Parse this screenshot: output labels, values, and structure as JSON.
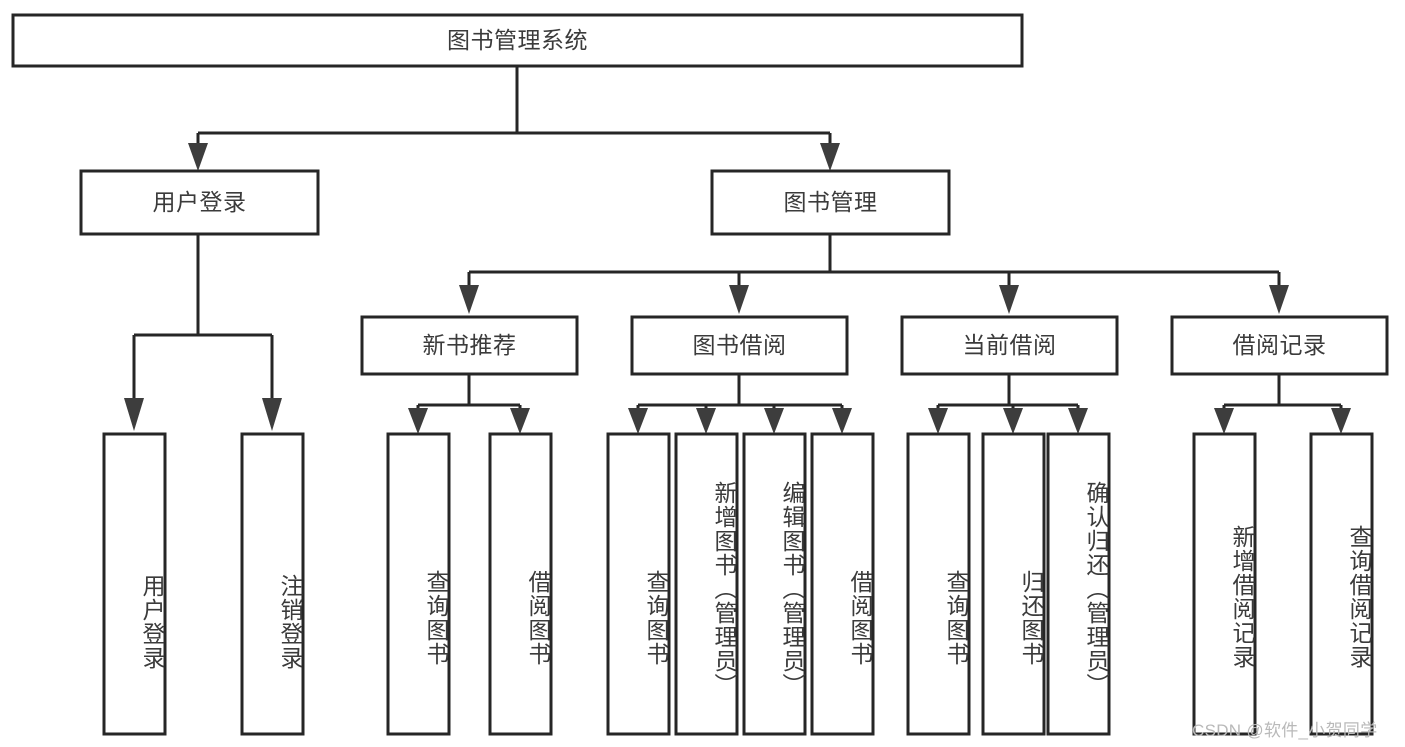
{
  "diagram": {
    "title": "图书管理系统",
    "type": "tree-hierarchy",
    "colors": {
      "box_stroke": "#262626",
      "box_fill": "#ffffff",
      "connector": "#262626",
      "text": "#3b3b3b",
      "watermark": "#b9b9b9",
      "background": "#ffffff"
    },
    "root": {
      "label": "图书管理系统"
    },
    "level2": [
      {
        "label": "用户登录"
      },
      {
        "label": "图书管理"
      }
    ],
    "level3": [
      {
        "label": "新书推荐"
      },
      {
        "label": "图书借阅"
      },
      {
        "label": "当前借阅"
      },
      {
        "label": "借阅记录"
      }
    ],
    "leaves": {
      "user_login": [
        {
          "label": "用户登录"
        },
        {
          "label": "注销登录"
        }
      ],
      "new_book_recommend": [
        {
          "label": "查询图书"
        },
        {
          "label": "借阅图书"
        }
      ],
      "book_borrow": [
        {
          "label": "查询图书"
        },
        {
          "label": "新增图书（管理员）"
        },
        {
          "label": "编辑图书（管理员）"
        },
        {
          "label": "借阅图书"
        }
      ],
      "current_borrow": [
        {
          "label": "查询图书"
        },
        {
          "label": "归还图书"
        },
        {
          "label": "确认归还（管理员）"
        }
      ],
      "borrow_record": [
        {
          "label": "新增借阅记录"
        },
        {
          "label": "查询借阅记录"
        }
      ]
    }
  },
  "watermark": {
    "text": "CSDN @软件_小贺同学"
  }
}
